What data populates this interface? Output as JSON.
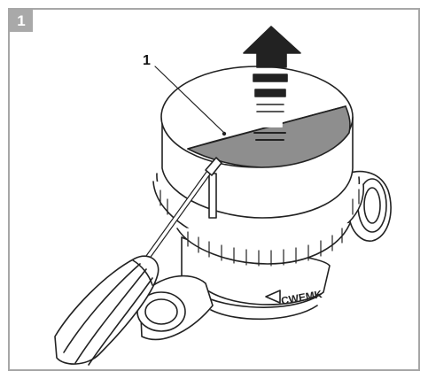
{
  "figure": {
    "step_number": "1",
    "callout_label": "1",
    "housing_marking": "CWEMK",
    "colors": {
      "frame_border": "#a7a7a7",
      "badge_fill": "#a9a9a9",
      "line": "#222222",
      "lid_gray": "#8e8e8e",
      "body_fill": "#ffffff"
    },
    "icons": [
      "step-badge",
      "up-arrow-icon",
      "screwdriver-icon",
      "water-meter-illustration"
    ]
  }
}
